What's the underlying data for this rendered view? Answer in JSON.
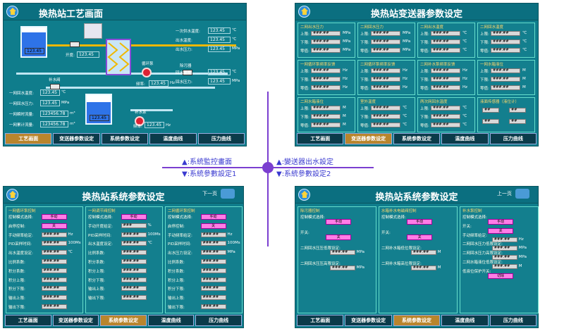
{
  "center": {
    "top_left": "▲:系統監控畫面",
    "bottom_left": "▼:系統參數設定1",
    "top_right": "▲:變送器出水設定",
    "bottom_right": "▼:系統參數設定2",
    "colors": {
      "line": "#7b3fd0",
      "dot": "#7b3fd0",
      "text": "#3a3ad0"
    }
  },
  "tabs_a": [
    "工艺画面",
    "变送器参数设定",
    "系统参数设定",
    "温度曲线",
    "压力曲线"
  ],
  "tabs_b": [
    "工艺画面",
    "变送器参数设定",
    "系统参数设定",
    "温度曲线",
    "压力曲线"
  ],
  "tabs_c": [
    "工艺画面",
    "变送器参数设定",
    "系统参数设定",
    "温度曲线",
    "压力曲线"
  ],
  "tabs_d": [
    "工艺画面",
    "变送器参数设定",
    "系统参数设定",
    "温度曲线",
    "压力曲线"
  ],
  "process": {
    "title": "换热站工艺画面",
    "tank1_value": "123.45",
    "tank2_value": "123.45",
    "opening_label": "开度:",
    "opening_value": "123.45",
    "hex_label": "",
    "circ_pump": "循环泵",
    "circ_freq_label": "频率:",
    "circ_freq": "123.45",
    "circ_freq_unit": "Hz",
    "makeup_valve": "补水阀",
    "makeup_pump": "补水泵",
    "makeup_freq_label": "频率:",
    "makeup_freq": "123.45",
    "makeup_freq_unit": "Hz",
    "decontam": "除污器",
    "readouts_right": [
      {
        "label": "一次供水温度:",
        "value": "123.45",
        "unit": "℃"
      },
      {
        "label": "出水温度:",
        "value": "123.45",
        "unit": "℃"
      },
      {
        "label": "出水压力:",
        "value": "123.45",
        "unit": "MPa"
      },
      {
        "label": "回水温度:",
        "value": "123.45",
        "unit": "℃"
      },
      {
        "label": "回水压力:",
        "value": "123.45",
        "unit": "MPa"
      }
    ],
    "readouts_left": [
      {
        "label": "一网回水温度:",
        "value": "123.45",
        "unit": "℃"
      },
      {
        "label": "一网回水压力:",
        "value": "123.45",
        "unit": "MPa"
      },
      {
        "label": "一网瞬时流量:",
        "value": "123456.78",
        "unit": "m³"
      },
      {
        "label": "一网累计流量:",
        "value": "123456.78",
        "unit": "m³"
      }
    ]
  },
  "transmitter": {
    "title": "换热站变送器参数设定",
    "groups": [
      {
        "title": "二网出水压力",
        "unit": "MPa"
      },
      {
        "title": "二网回水压力",
        "unit": "MPa"
      },
      {
        "title": "二网出水温度",
        "unit": "℃"
      },
      {
        "title": "二网回水温度",
        "unit": "℃"
      },
      {
        "title": "一网循环泵频率反馈",
        "unit": "Hz"
      },
      {
        "title": "二网循环泵频率反馈",
        "unit": "Hz"
      },
      {
        "title": "二网补水泵频率反馈",
        "unit": "Hz"
      },
      {
        "title": "一网水箱液位",
        "unit": "M"
      },
      {
        "title": "二网水箱液位",
        "unit": "M"
      },
      {
        "title": "室外温度",
        "unit": "℃"
      },
      {
        "title": "两次网回水温度",
        "unit": "℃"
      }
    ],
    "row_labels": [
      "上限:",
      "下限:",
      "零值:"
    ],
    "box_value": "###.##",
    "special_title": "液面传感器（液位计）",
    "special_values": [
      "##",
      "##",
      "##",
      "##"
    ]
  },
  "params1": {
    "title": "换热站系统参数设定",
    "pager": "下一页",
    "columns": [
      {
        "title": "一网循环泵控制",
        "rows": [
          {
            "label": "控制模式选择:",
            "value": "手动",
            "type": "btn"
          },
          {
            "label": "启停控制:",
            "value": "关",
            "type": "btn"
          },
          {
            "label": "手动频率给定:",
            "value": "###.##",
            "unit": "Hz"
          },
          {
            "label": "PID采样时间:",
            "value": "###.##",
            "unit": "100Ms"
          },
          {
            "label": "出水温度设定:",
            "value": "###.##",
            "unit": "℃"
          },
          {
            "label": "比例系数:",
            "value": "###.##",
            "unit": ""
          },
          {
            "label": "积分系数:",
            "value": "###.##",
            "unit": ""
          },
          {
            "label": "积分上限:",
            "value": "###.##",
            "unit": ""
          },
          {
            "label": "积分下限:",
            "value": "###.##",
            "unit": ""
          },
          {
            "label": "输出上限:",
            "value": "###.##",
            "unit": ""
          },
          {
            "label": "输出下限:",
            "value": "###.##",
            "unit": ""
          }
        ]
      },
      {
        "title": "一网调节阀控制",
        "rows": [
          {
            "label": "控制模式选择:",
            "value": "手动",
            "type": "btn"
          },
          {
            "label": "手动开度给定:",
            "value": "###",
            "unit": "%"
          },
          {
            "label": "PID采样时间:",
            "value": "###.##",
            "unit": "100Ms"
          },
          {
            "label": "出水温度设定:",
            "value": "###.##",
            "unit": "℃"
          },
          {
            "label": "比例系数:",
            "value": "###.##",
            "unit": ""
          },
          {
            "label": "积分系数:",
            "value": "###.##",
            "unit": ""
          },
          {
            "label": "积分上限:",
            "value": "###.##",
            "unit": ""
          },
          {
            "label": "积分下限:",
            "value": "###.##",
            "unit": ""
          },
          {
            "label": "输出上限:",
            "value": "###.##",
            "unit": ""
          },
          {
            "label": "输出下限:",
            "value": "###.##",
            "unit": ""
          }
        ]
      },
      {
        "title": "二网循环泵控制",
        "rows": [
          {
            "label": "控制模式选择:",
            "value": "手动",
            "type": "btn"
          },
          {
            "label": "启停控制:",
            "value": "关",
            "type": "btn"
          },
          {
            "label": "手动频率给定:",
            "value": "###.##",
            "unit": "Hz"
          },
          {
            "label": "PID采样时间:",
            "value": "###.##",
            "unit": "100Ms"
          },
          {
            "label": "出水压力设定:",
            "value": "###.##",
            "unit": "MPa"
          },
          {
            "label": "比例系数:",
            "value": "###.##",
            "unit": ""
          },
          {
            "label": "积分系数:",
            "value": "###.##",
            "unit": ""
          },
          {
            "label": "积分上限:",
            "value": "###.##",
            "unit": ""
          },
          {
            "label": "积分下限:",
            "value": "###.##",
            "unit": ""
          },
          {
            "label": "输出上限:",
            "value": "###.##",
            "unit": ""
          },
          {
            "label": "输出下限:",
            "value": "###.##",
            "unit": ""
          }
        ]
      }
    ]
  },
  "params2": {
    "title": "换热站系统参数设定",
    "pager": "上一页",
    "columns": [
      {
        "title": "除污器控制",
        "rows": [
          {
            "label": "控制模式选择:",
            "value": "手动",
            "type": "btn"
          },
          {
            "label": "开关:",
            "value": "关",
            "type": "btn"
          },
          {
            "label": "二网回水压压低限设定:",
            "value": "###.##",
            "unit": "MPa"
          },
          {
            "label": "二网回水压压高限设定:",
            "value": "###.##",
            "unit": "MPa"
          }
        ]
      },
      {
        "title": "水箱补水电磁阀控制",
        "rows": [
          {
            "label": "控制模式选择:",
            "value": "手动",
            "type": "btn"
          },
          {
            "label": "开关:",
            "value": "关",
            "type": "btn"
          },
          {
            "label": "二网补水箱低位限设定:",
            "value": "###.##",
            "unit": "M"
          },
          {
            "label": "二网补水箱高位限设定:",
            "value": "###.##",
            "unit": "M"
          }
        ]
      },
      {
        "title": "补水泵控制",
        "rows": [
          {
            "label": "控制模式选择:",
            "value": "手动",
            "type": "btn"
          },
          {
            "label": "开关:",
            "value": "关",
            "type": "btn"
          },
          {
            "label": "手动频率给定:",
            "value": "###.##",
            "unit": "Hz"
          },
          {
            "label": "二网回水压力低限设定:",
            "value": "###.##",
            "unit": "MPa"
          },
          {
            "label": "二网回水压力高限设定:",
            "value": "###.##",
            "unit": "MPa"
          },
          {
            "label": "二网水箱液位低限设定:",
            "value": "###.##",
            "unit": "M"
          },
          {
            "label": "低液位保护开关:",
            "value": "切除",
            "type": "btn"
          }
        ]
      }
    ]
  }
}
